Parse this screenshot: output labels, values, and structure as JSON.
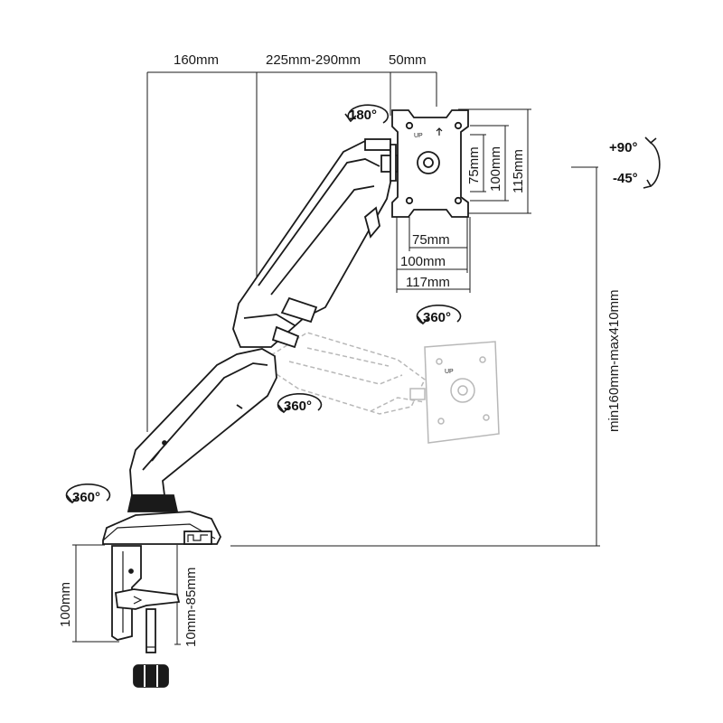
{
  "dimensions": {
    "top_offset": "160mm",
    "arm_reach": "225mm-290mm",
    "plate_offset": "50mm",
    "vesa_v_small": "75mm",
    "vesa_v_large": "100mm",
    "plate_height": "115mm",
    "vesa_h_small": "75mm",
    "vesa_h_large": "100mm",
    "plate_width": "117mm",
    "height_range": "min160mm-max410mm",
    "clamp_height": "100mm",
    "desk_thickness": "10mm-85mm"
  },
  "rotations": {
    "plate_rotation": "180°",
    "tilt_up": "+90°",
    "tilt_down": "-45°",
    "swivel_upper": "360°",
    "swivel_middle": "360°",
    "swivel_base": "360°"
  },
  "plate_markings": {
    "up_label": "UP",
    "ghost_up_label": "UP"
  },
  "colors": {
    "line": "#1a1a1a",
    "ghost": "#b8b8b8",
    "arm_fill": "#ffffff"
  }
}
